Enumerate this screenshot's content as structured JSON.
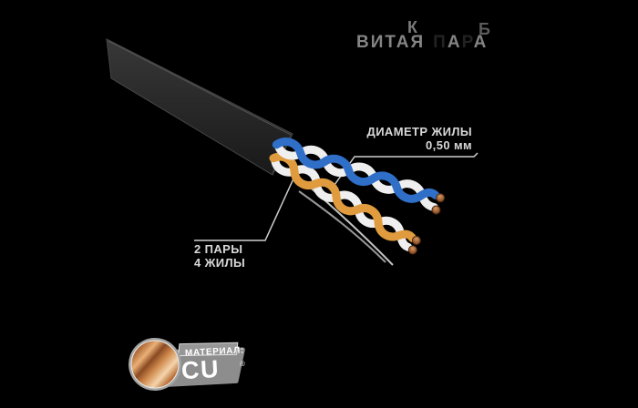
{
  "page": {
    "background": "#000000"
  },
  "watermark": {
    "top_fragment_left": "К",
    "top_fragment_right": "Б",
    "title_word1": "ВИТАЯ",
    "title_word2_letters": [
      "П",
      "А",
      "Р",
      "А"
    ]
  },
  "callouts": {
    "diameter": {
      "label": "ДИАМЕТР ЖИЛЫ",
      "value": "0,50 мм"
    },
    "pairs": {
      "line1": "2 ПАРЫ",
      "line2": "4 ЖИЛЫ"
    }
  },
  "badge": {
    "label": "МАТЕРИАЛ:",
    "value": "CU",
    "registered_mark": "®"
  },
  "colors": {
    "jacket": "#232323",
    "jacket_edge": "#5a5a5a",
    "pair_blue": "#2f6fc8",
    "pair_orange": "#df9b3e",
    "wire_white": "#efefef",
    "copper_tip": "#8a4e28",
    "callout_line": "#cfcfcf",
    "callout_text": "#d8d8d8",
    "watermark_text": "#9a9a9a",
    "badge_body": "#8d8d8d",
    "badge_tab": "#979797",
    "badge_text": "#ffffff",
    "copper_dark": "#7a4220",
    "copper_light": "#f2cfa2"
  }
}
